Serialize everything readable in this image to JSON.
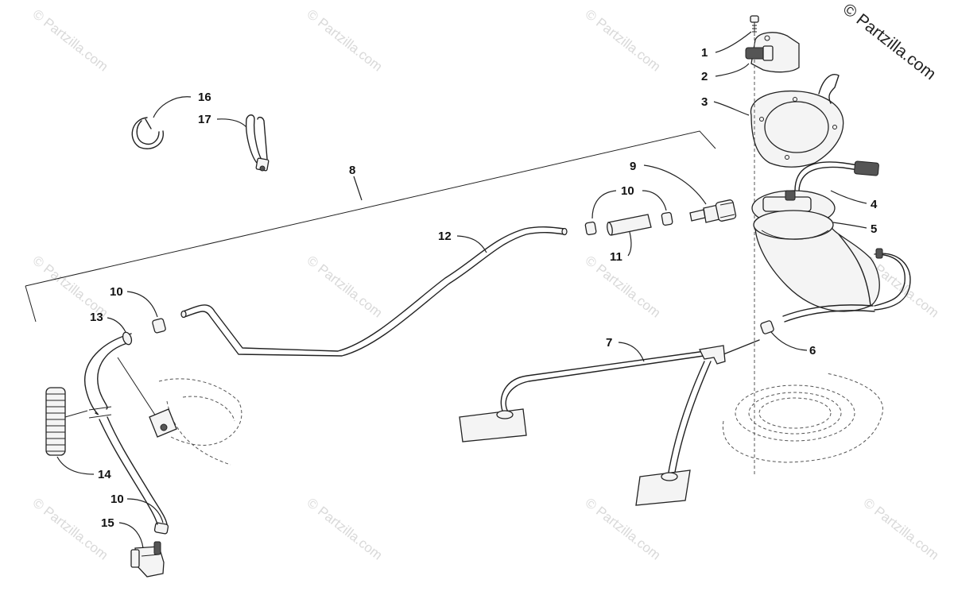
{
  "copyright": "© Partzilla.com",
  "watermark_text": "© Partzilla.com",
  "callouts": [
    "1",
    "2",
    "3",
    "4",
    "5",
    "6",
    "7",
    "8",
    "9",
    "10",
    "11",
    "12",
    "13",
    "14",
    "15",
    "16",
    "17"
  ],
  "colors": {
    "line": "#222222",
    "watermark": "#d9d9d9",
    "background": "#ffffff"
  }
}
